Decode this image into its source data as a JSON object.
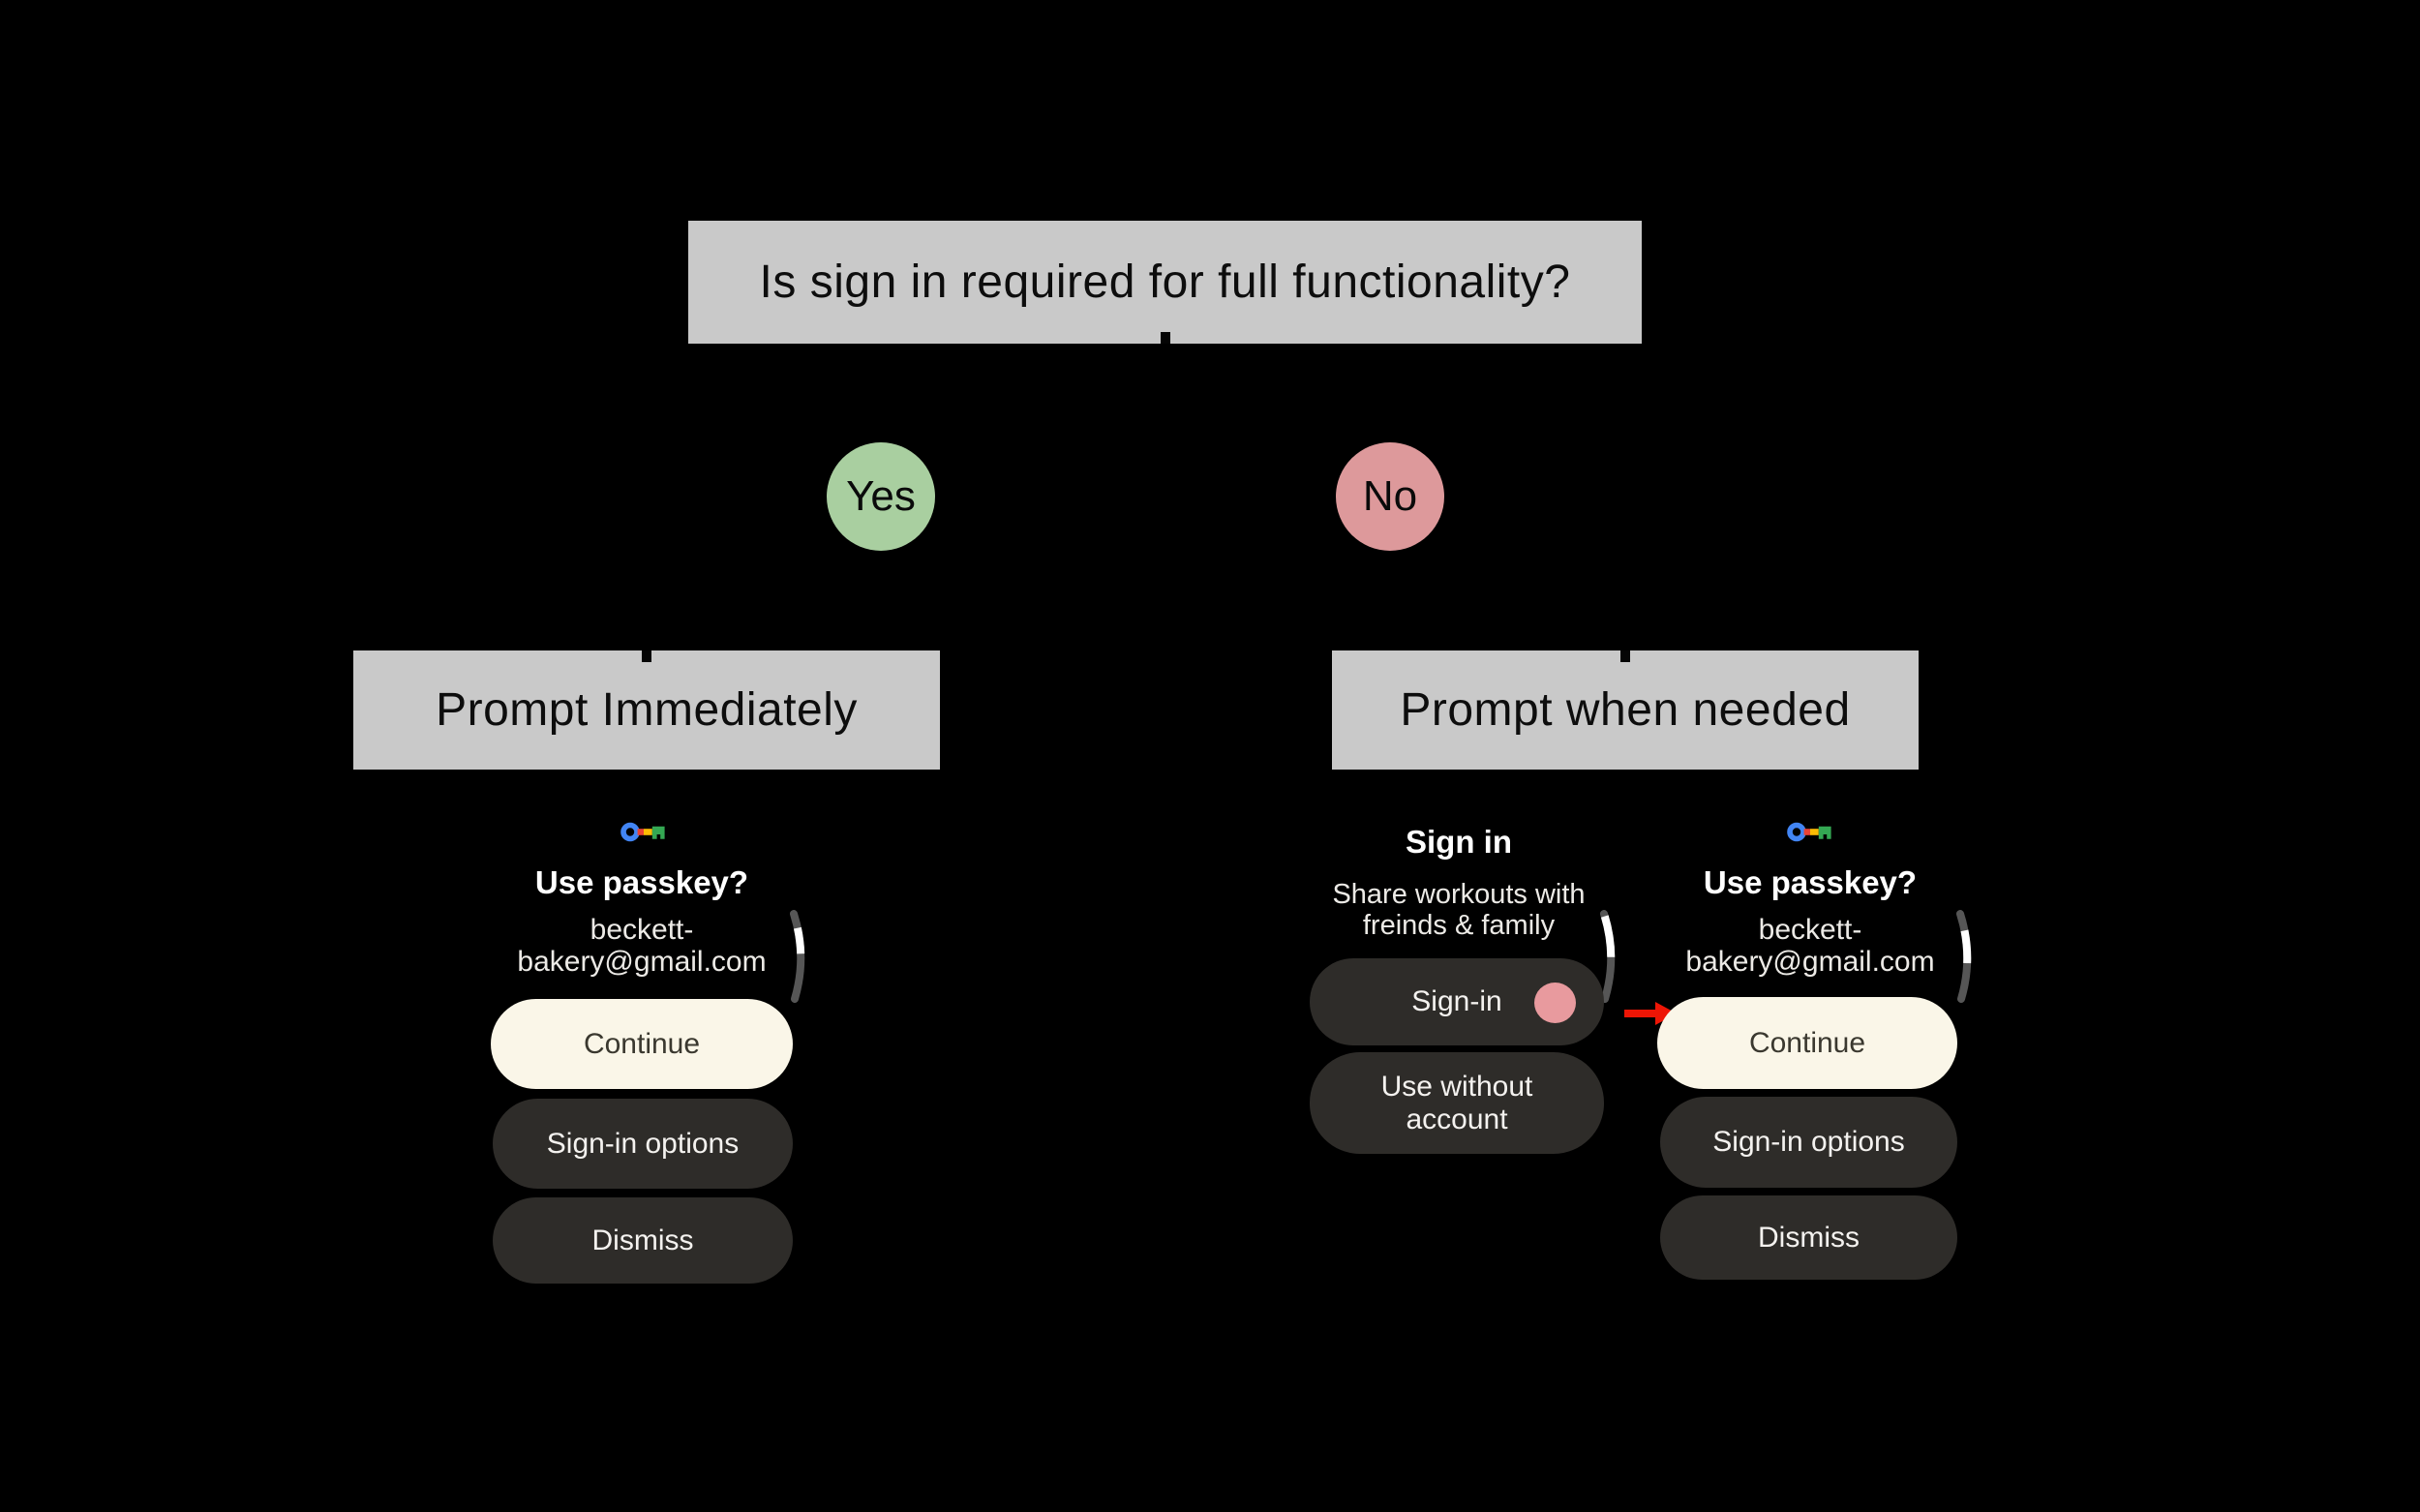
{
  "flowchart": {
    "question": "Is sign in required for full functionality?",
    "yes_label": "Yes",
    "no_label": "No",
    "yes_branch_title": "Prompt Immediately",
    "no_branch_title": "Prompt when needed"
  },
  "screens": {
    "passkey_left": {
      "heading": "Use passkey?",
      "account_line1": "beckett-",
      "account_line2": "bakery@gmail.com",
      "continue_label": "Continue",
      "signin_options_label": "Sign-in options",
      "dismiss_label": "Dismiss"
    },
    "signin": {
      "heading": "Sign in",
      "description_line1": "Share workouts with",
      "description_line2": "freinds & family",
      "signin_label": "Sign-in",
      "use_without_account_label": "Use without account"
    },
    "passkey_right": {
      "heading": "Use passkey?",
      "account_line1": "beckett-",
      "account_line2": "bakery@gmail.com",
      "continue_label": "Continue",
      "signin_options_label": "Sign-in options",
      "dismiss_label": "Dismiss"
    }
  },
  "icons": {
    "passkey_key": "google-passkey-key-icon",
    "scroll": "scroll-position-indicator",
    "touch": "tap-indicator-dot",
    "arrow": "red-arrow-right-icon"
  },
  "colors": {
    "bg": "#000000",
    "box_gray": "#c9c9c9",
    "box_text": "#0d0d0d",
    "yes_green": "#a9cfa0",
    "no_pink": "#dd999b",
    "cream_button": "#faf6e8",
    "cream_button_text": "#3a382f",
    "dark_button": "#2e2c29",
    "dark_button_text": "#f4f2ef",
    "heading_text": "#ffffff",
    "secondary_text": "#eceae6",
    "touch_pink": "#e89a9e",
    "arrow_red": "#ee1505",
    "scroll_track": "#565656",
    "scroll_thumb": "#ffffff",
    "key_blue": "#4285F4",
    "key_red": "#EA4335",
    "key_yellow": "#FBBC04",
    "key_green": "#34A853"
  }
}
